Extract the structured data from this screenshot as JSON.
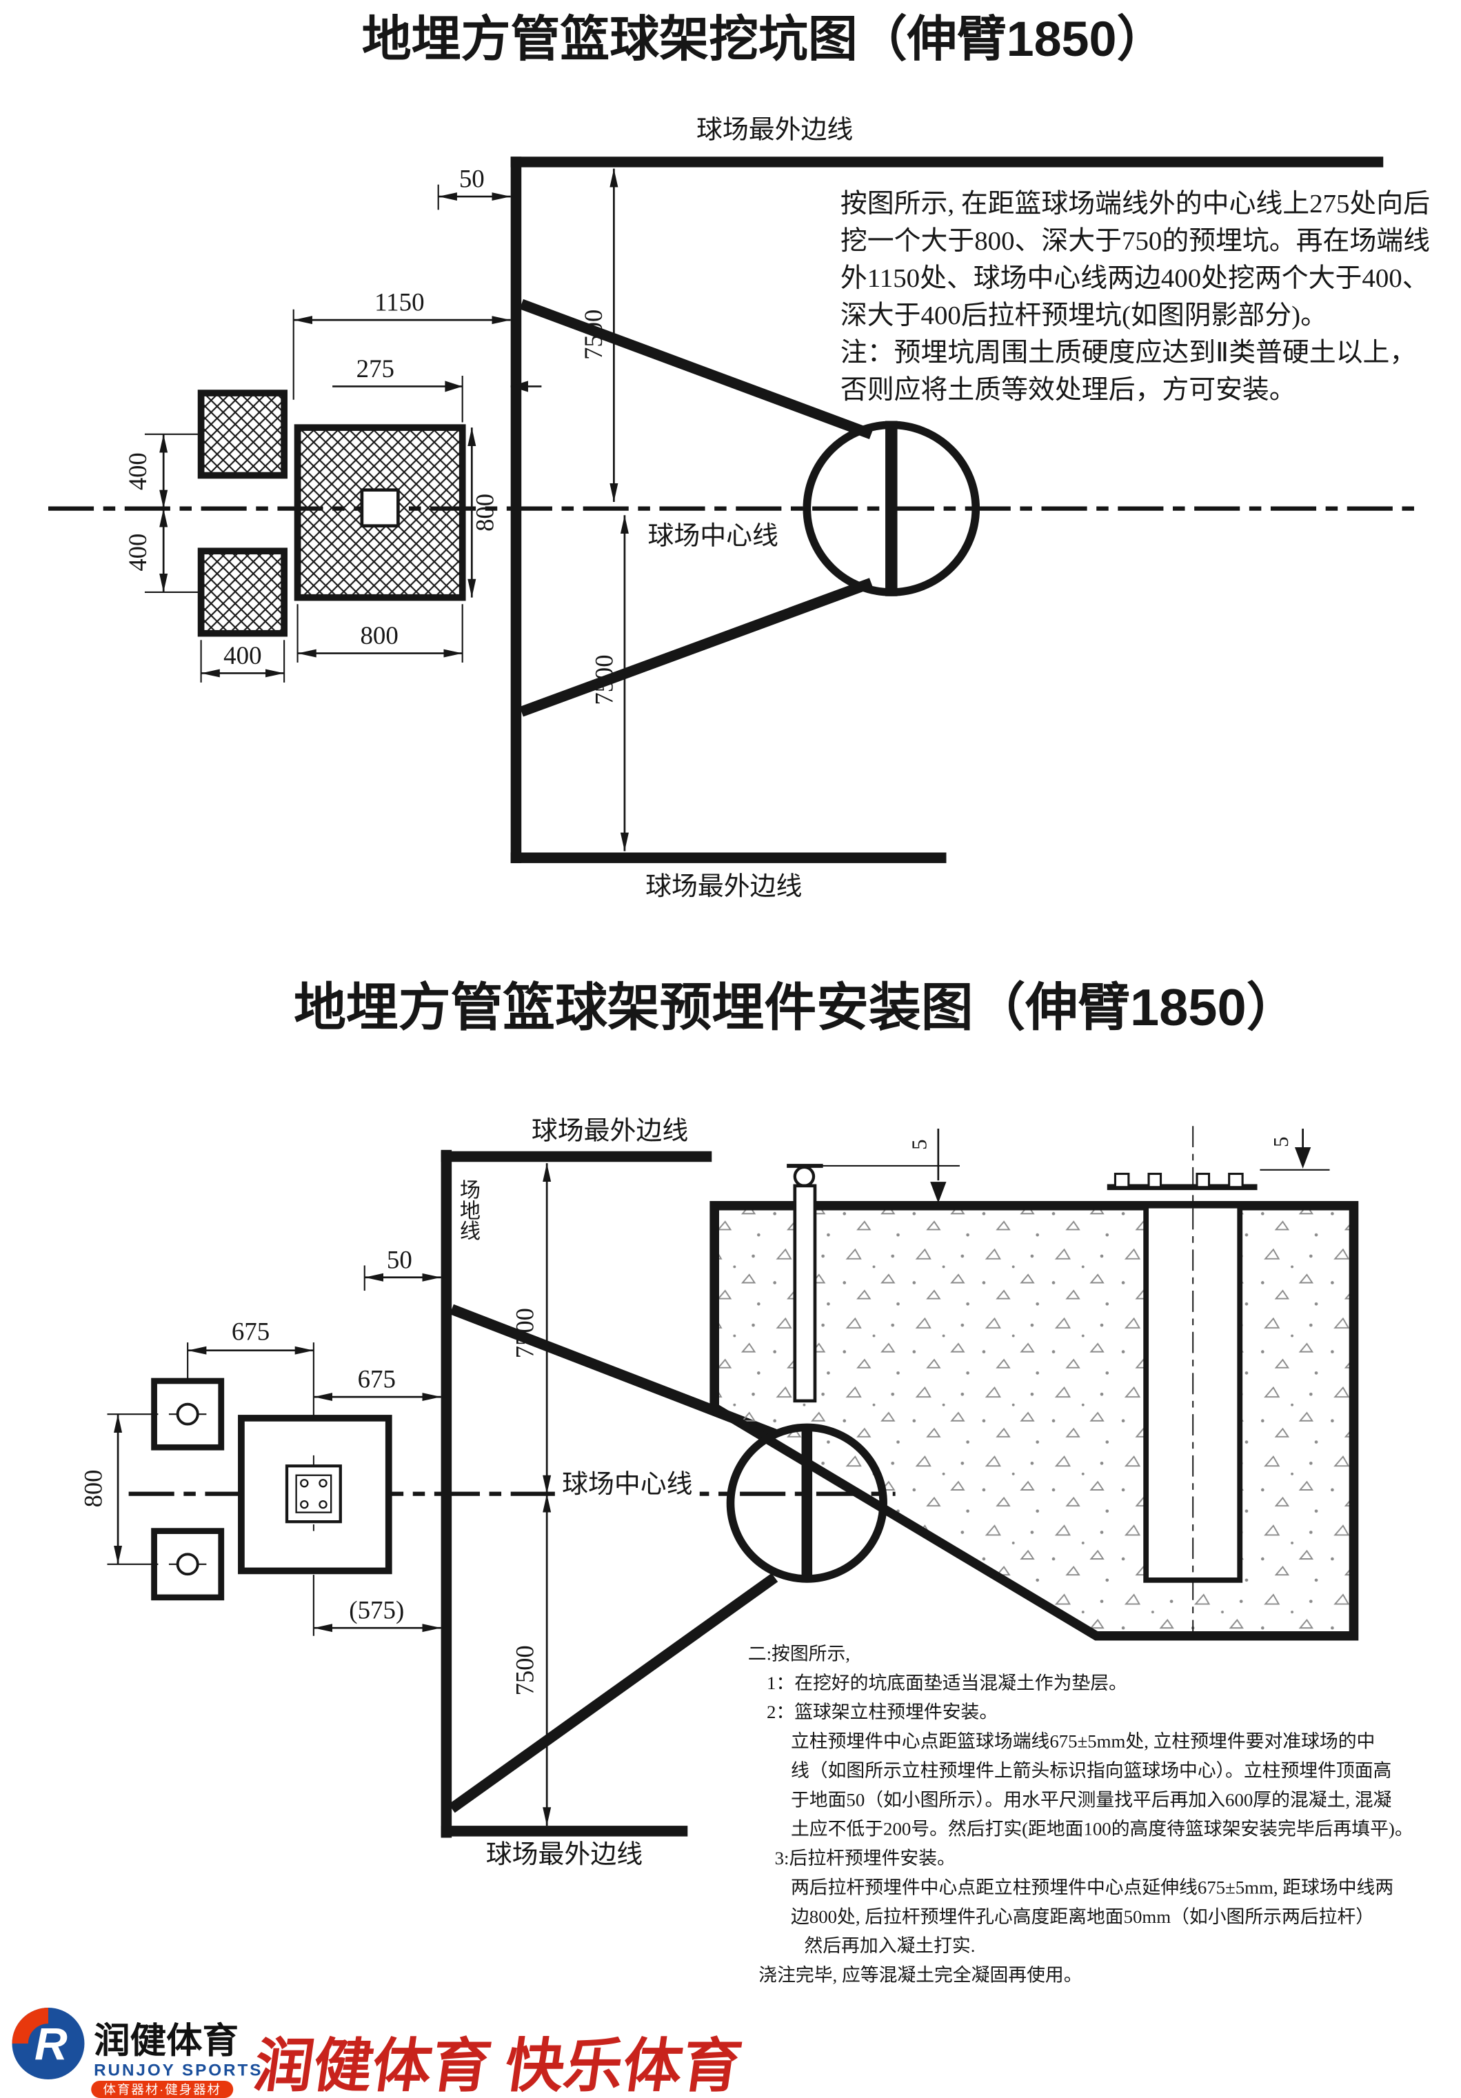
{
  "pit_diagram": {
    "title": "地埋方管篮球架挖坑图（伸臂1850）",
    "labels": {
      "top_edge": "球场最外边线",
      "center": "球场中心线",
      "bottom_edge": "球场最外边线"
    },
    "dims": {
      "offset50": "50",
      "len1150": "1150",
      "len275": "275",
      "half_top": "7500",
      "half_bottom": "7500",
      "pit_h": "800",
      "rod_up": "400",
      "rod_down": "400",
      "rod_w": "400",
      "pit_w": "800"
    },
    "notes": [
      "按图所示, 在距篮球场端线外的中心线上275处向后",
      "挖一个大于800、深大于750的预埋坑。再在场端线",
      "外1150处、球场中心线两边400处挖两个大于400、",
      "深大于400后拉杆预埋坑(如图阴影部分)。",
      "注：预埋坑周围土质硬度应达到Ⅱ类普硬土以上，",
      "否则应将土质等效处理后，方可安装。"
    ]
  },
  "install_diagram": {
    "title": "地埋方管篮球架预埋件安装图（伸臂1850）",
    "labels": {
      "top_edge": "球场最外边线",
      "field_line": "场地线",
      "center": "球场中心线",
      "bottom_edge": "球场最外边线"
    },
    "dims": {
      "offset50": "50",
      "rod675": "675",
      "post675": "675",
      "rod_span": "800",
      "ref575": "(575)",
      "half_top": "7500",
      "half_bottom": "7500",
      "proj_left": "5",
      "proj_right": "5"
    },
    "notes": [
      "二:按图所示,",
      "1：在挖好的坑底面垫适当混凝土作为垫层。",
      "2：篮球架立柱预埋件安装。",
      "立柱预埋件中心点距篮球场端线675±5mm处, 立柱预埋件要对准球场的中",
      "线（如图所示立柱预埋件上箭头标识指向篮球场中心）。立柱预埋件顶面高",
      "于地面50（如小图所示）。用水平尺测量找平后再加入600厚的混凝土, 混凝",
      "土应不低于200号。然后打实(距地面100的高度待篮球架安装完毕后再填平)。",
      "3:后拉杆预埋件安装。",
      "两后拉杆预埋件中心点距立柱预埋件中心点延伸线675±5mm, 距球场中线两",
      "边800处, 后拉杆预埋件孔心高度距离地面50mm（如小图所示两后拉杆）",
      "然后再加入凝土打实.",
      "浇注完毕, 应等混凝土完全凝固再使用。"
    ]
  },
  "footer": {
    "logo": {
      "monogram": "R",
      "name_cn": "润健体育",
      "name_en": "RUNJOY SPORTS",
      "tagline": "体育器材·健身器材"
    },
    "slogan": "润健体育 快乐体育"
  }
}
